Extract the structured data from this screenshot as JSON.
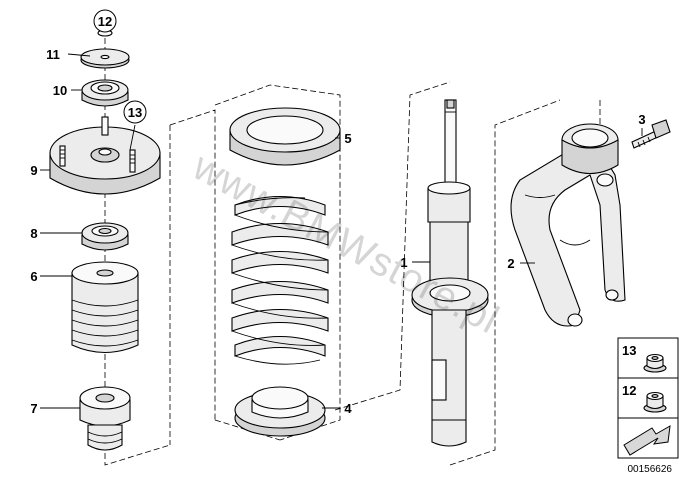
{
  "callouts": {
    "c1": "1",
    "c2": "2",
    "c3": "3",
    "c4": "4",
    "c5": "5",
    "c6": "6",
    "c7": "7",
    "c8": "8",
    "c9": "9",
    "c10": "10",
    "c11": "11",
    "c12": "12",
    "c13": "13"
  },
  "legend": {
    "item13": "13",
    "item12": "12"
  },
  "watermark": "www.BMWstore.pl",
  "diagram_code": "00156626"
}
